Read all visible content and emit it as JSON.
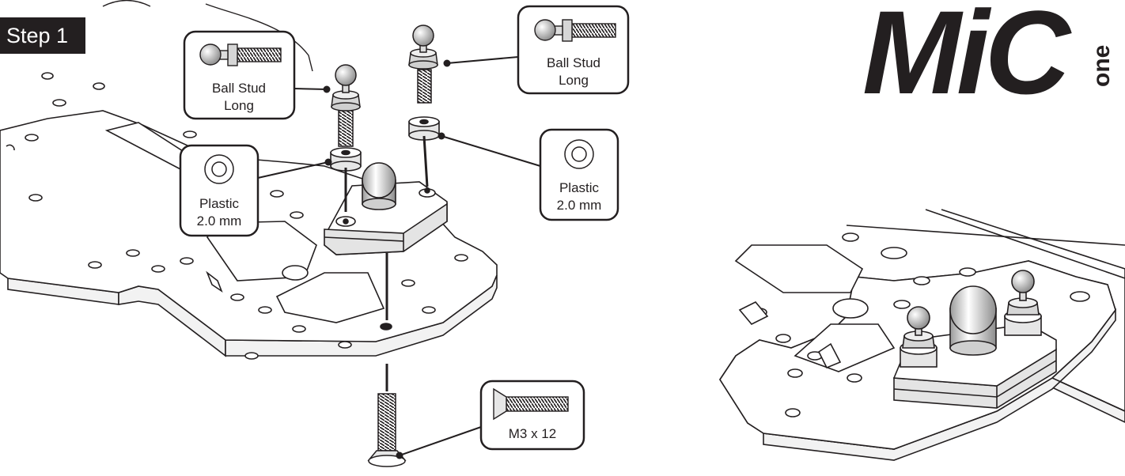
{
  "step": {
    "label": "Step 1"
  },
  "logo": {
    "text": "MiC",
    "subtext": "one"
  },
  "callouts": {
    "ball_stud_left": {
      "line1": "Ball Stud",
      "line2": "Long"
    },
    "ball_stud_right": {
      "line1": "Ball Stud",
      "line2": "Long"
    },
    "spacer_left": {
      "line1": "Plastic",
      "line2": "2.0 mm"
    },
    "spacer_right": {
      "line1": "Plastic",
      "line2": "2.0 mm"
    },
    "screw": {
      "line1": "M3 x 12"
    }
  },
  "colors": {
    "ink": "#231f20",
    "paper": "#ffffff",
    "shade": "#d9d9d9"
  }
}
